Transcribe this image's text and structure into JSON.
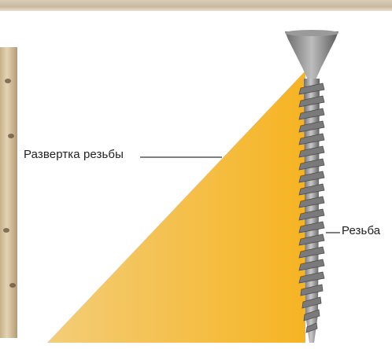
{
  "labels": {
    "thread_unroll": "Развертка резьбы",
    "thread": "Резьба"
  },
  "colors": {
    "triangle_light": "#f3c766",
    "triangle_dark": "#f5b52a",
    "screw_metal": "#8d8d8d",
    "background": "#ffffff"
  },
  "icons": {
    "screw": "countersunk-wood-screw"
  }
}
